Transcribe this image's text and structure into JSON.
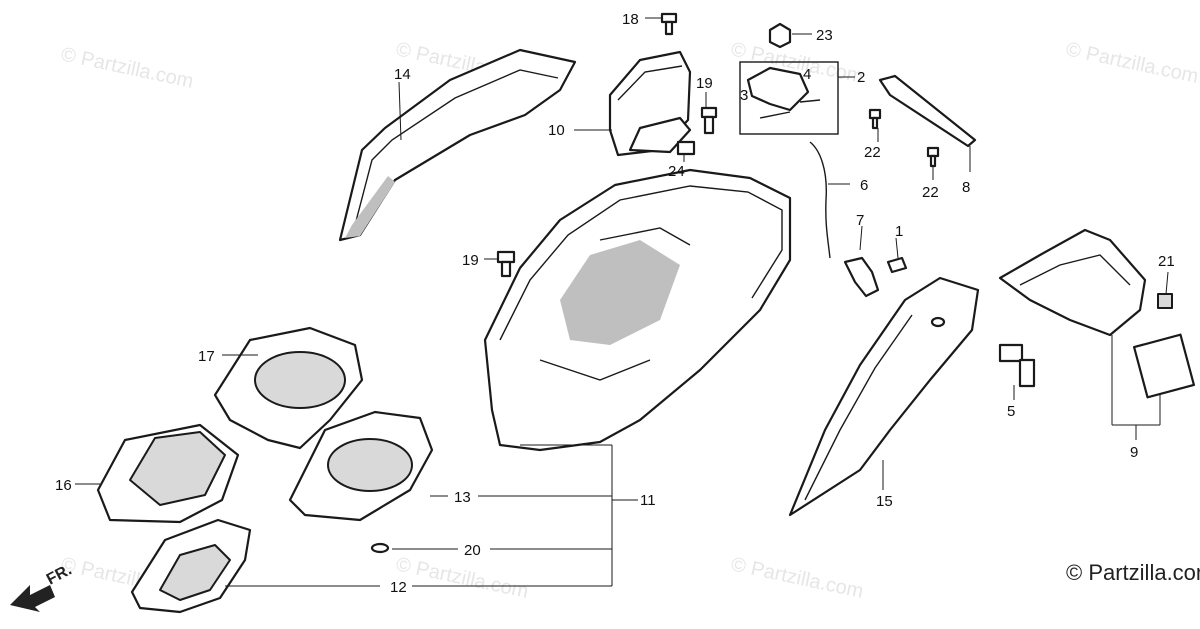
{
  "watermark_text": "© Partzilla.com",
  "copyright_text": "© Partzilla.com",
  "front_indicator": "FR.",
  "callouts": [
    "1",
    "2",
    "3",
    "4",
    "5",
    "6",
    "7",
    "8",
    "9",
    "10",
    "11",
    "12",
    "13",
    "14",
    "15",
    "16",
    "17",
    "18",
    "19",
    "19",
    "20",
    "21",
    "22",
    "22",
    "23",
    "24"
  ]
}
